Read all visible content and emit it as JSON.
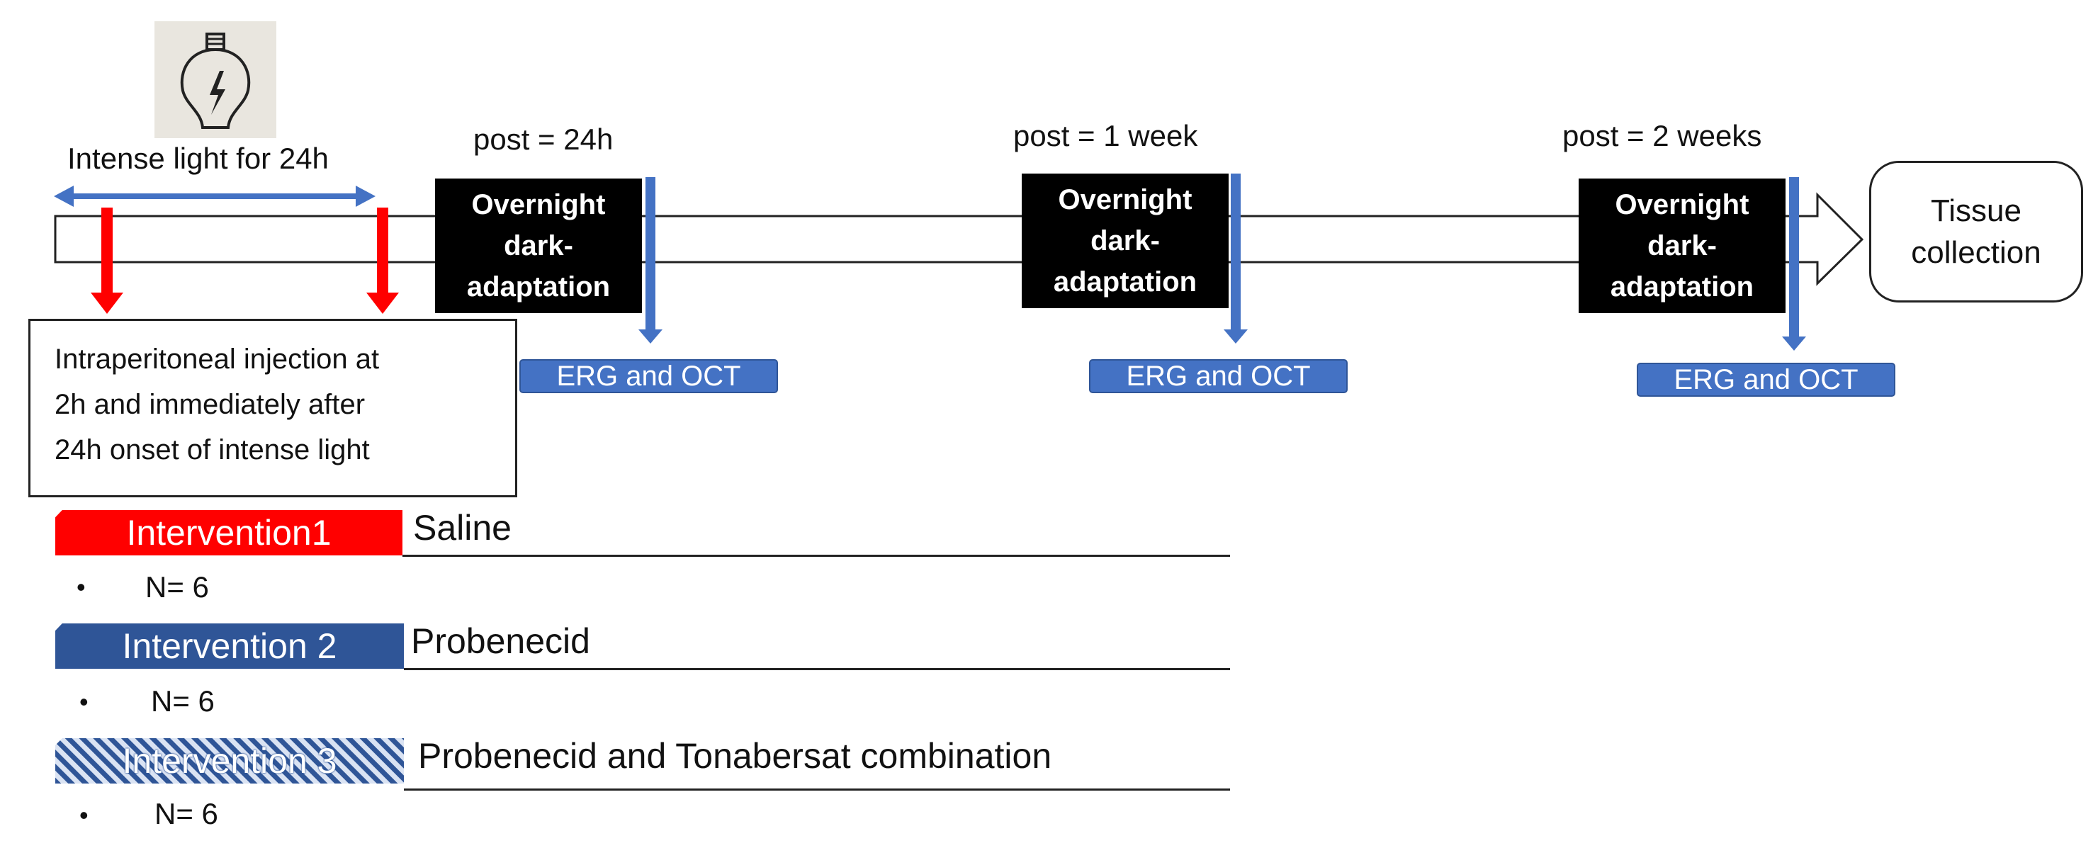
{
  "light": {
    "icon": "light-bulb-icon",
    "label": "Intense light for 24h"
  },
  "timepoints": [
    {
      "post": "post = 24h",
      "dark": "Overnight dark-adaptation",
      "measure": "ERG and OCT"
    },
    {
      "post": "post = 1 week",
      "dark": "Overnight dark-adaptation",
      "measure": "ERG and OCT"
    },
    {
      "post": "post = 2 weeks",
      "dark": "Overnight dark-adaptation",
      "measure": "ERG and OCT"
    }
  ],
  "dark_lines": [
    "Overnight",
    "dark-",
    "adaptation"
  ],
  "endpoint": {
    "lines": [
      "Tissue",
      "collection"
    ]
  },
  "injection": {
    "lines": [
      "Intraperitoneal injection at",
      "2h and immediately after",
      "24h onset of intense light"
    ]
  },
  "interventions": [
    {
      "label": "Intervention1",
      "treatment": "Saline",
      "n": "N= 6",
      "color": "#ff0000"
    },
    {
      "label": "Intervention 2",
      "treatment": "Probenecid",
      "n": "N= 6",
      "color": "#2f5597"
    },
    {
      "label": "Intervention 3",
      "treatment": "Probenecid and Tonabersat combination",
      "n": "N= 6",
      "color": "#2f5597"
    }
  ],
  "colors": {
    "light_arrow": "#4472c4",
    "injection_arrow": "#ff0000",
    "measure_arrow": "#4472c4",
    "measure_box": "#4472c4",
    "dark_box": "#000000"
  }
}
